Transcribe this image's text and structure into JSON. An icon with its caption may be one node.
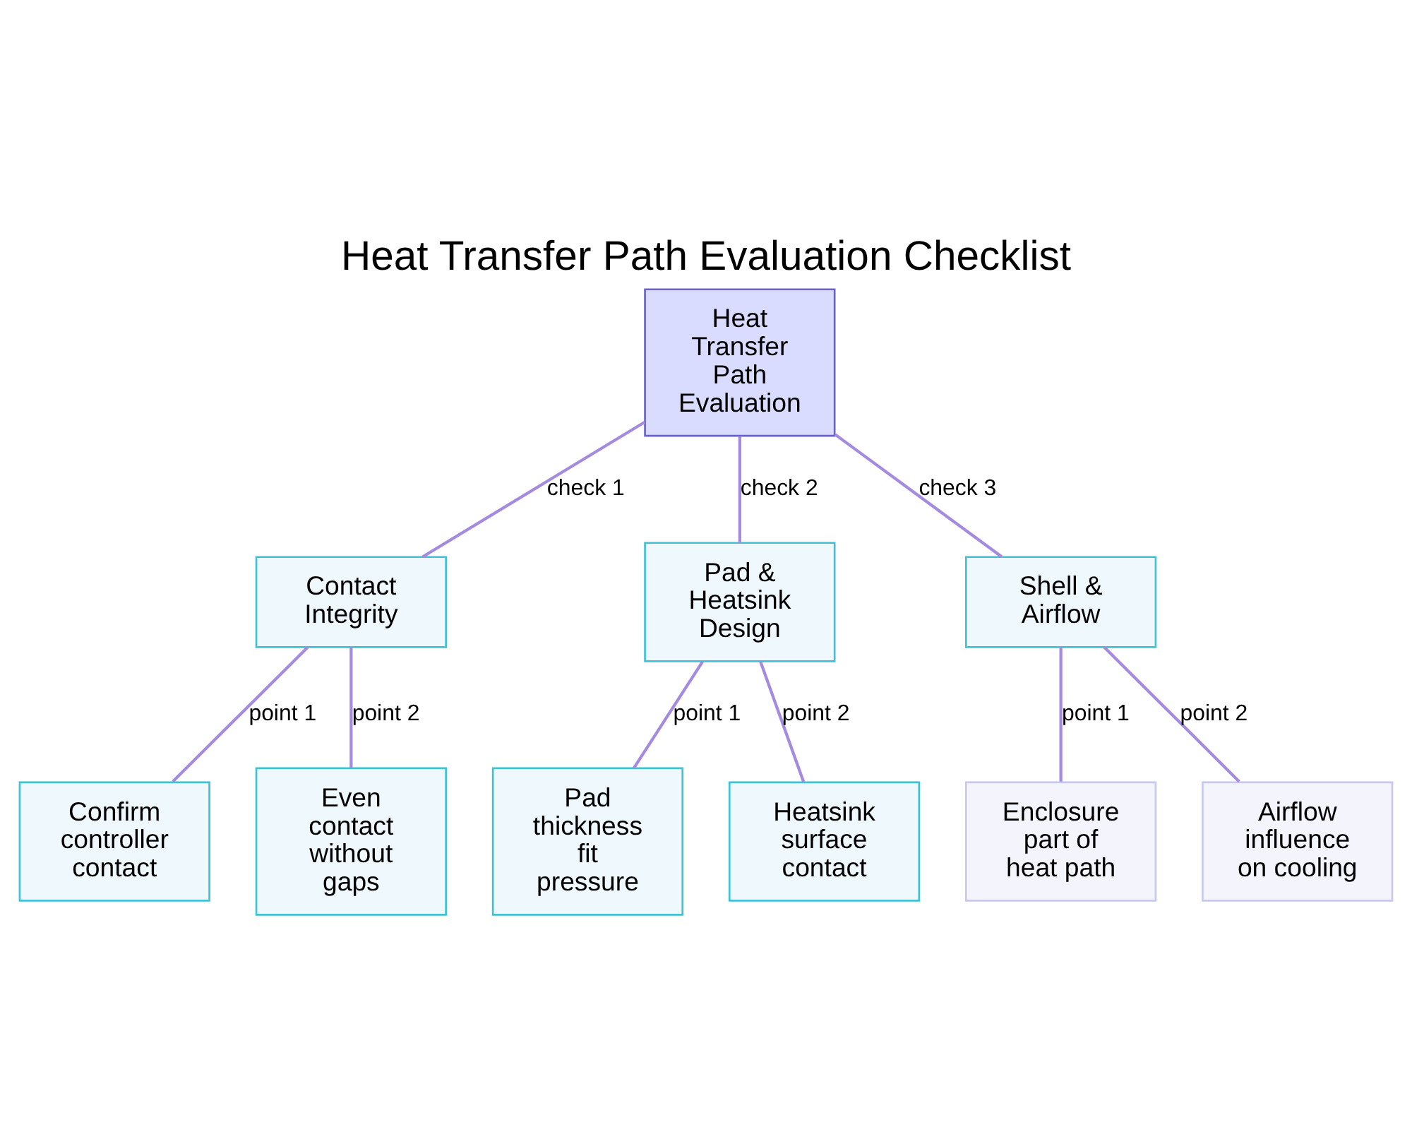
{
  "diagram": {
    "title": "Heat Transfer Path Evaluation Checklist",
    "nodes": [
      {
        "text": [
          "Heat Transfer Path Evaluation"
        ]
      },
      {
        "text": [
          "Contact Integrity"
        ]
      },
      {
        "text": [
          "Pad & Heatsink Design"
        ]
      },
      {
        "text": [
          "Shell & Airflow"
        ]
      },
      {
        "text": [
          "Confirm controller contact"
        ]
      },
      {
        "text": [
          "Even contact without gaps"
        ]
      },
      {
        "text": [
          "Pad thickness fit pressure"
        ]
      },
      {
        "text": [
          "Heatsink surface contact"
        ]
      },
      {
        "text": [
          "Enclosure part of heat path"
        ]
      },
      {
        "text": [
          "Airflow influence on cooling"
        ]
      }
    ],
    "edges": [
      {
        "from": 0,
        "to": 1,
        "arrow": "none",
        "label": "check 1"
      },
      {
        "from": 0,
        "to": 2,
        "arrow": "none",
        "label": "check 2"
      },
      {
        "from": 0,
        "to": 3,
        "arrow": "none",
        "label": "check 3"
      },
      {
        "from": 1,
        "to": 4,
        "arrow": "none",
        "label": "point 1"
      },
      {
        "from": 1,
        "to": 5,
        "arrow": "none",
        "label": "point 2"
      },
      {
        "from": 2,
        "to": 6,
        "arrow": "none",
        "label": "point 1"
      },
      {
        "from": 2,
        "to": 7,
        "arrow": "none",
        "label": "point 2"
      },
      {
        "from": 3,
        "to": 8,
        "arrow": "none",
        "label": "point 1"
      },
      {
        "from": 3,
        "to": 9,
        "arrow": "none",
        "label": "point 2"
      }
    ]
  }
}
